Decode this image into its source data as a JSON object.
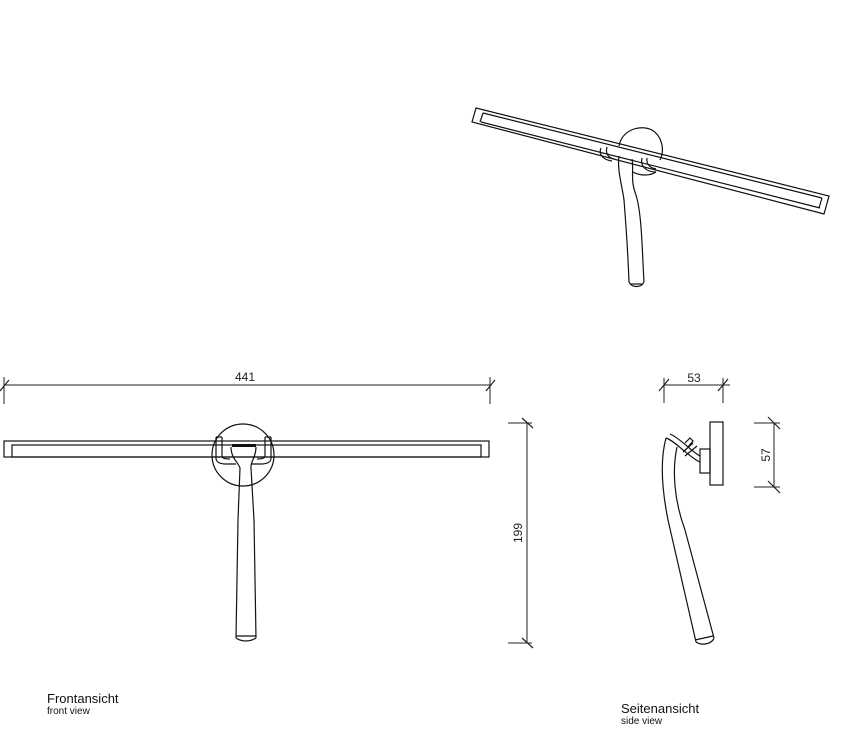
{
  "drawing": {
    "perspective_view": {
      "label": ""
    },
    "front_view": {
      "title": "Frontansicht",
      "subtitle": "front view",
      "dimensions": {
        "width": "441",
        "height": "199"
      }
    },
    "side_view": {
      "title": "Seitenansicht",
      "subtitle": "side view",
      "dimensions": {
        "depth": "53",
        "mount_height": "57"
      }
    }
  }
}
